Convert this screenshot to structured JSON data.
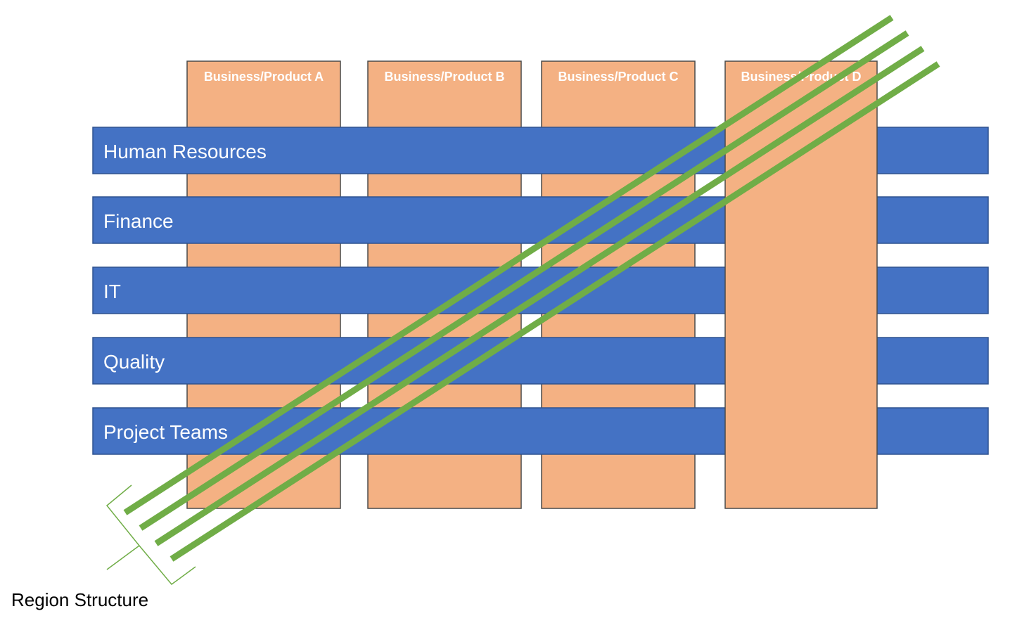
{
  "columns": [
    {
      "label": "Business/Product A"
    },
    {
      "label": "Business/Product B"
    },
    {
      "label": "Business/Product C"
    },
    {
      "label": "Business/Product D"
    }
  ],
  "rows": [
    {
      "label": "Human Resources"
    },
    {
      "label": "Finance"
    },
    {
      "label": "IT"
    },
    {
      "label": "Quality"
    },
    {
      "label": "Project Teams"
    }
  ],
  "region": {
    "caption": "Region Structure",
    "line_count": 4
  },
  "colors": {
    "column_fill": "#f4b183",
    "row_fill": "#4472c4",
    "region_line": "#70ad47"
  }
}
